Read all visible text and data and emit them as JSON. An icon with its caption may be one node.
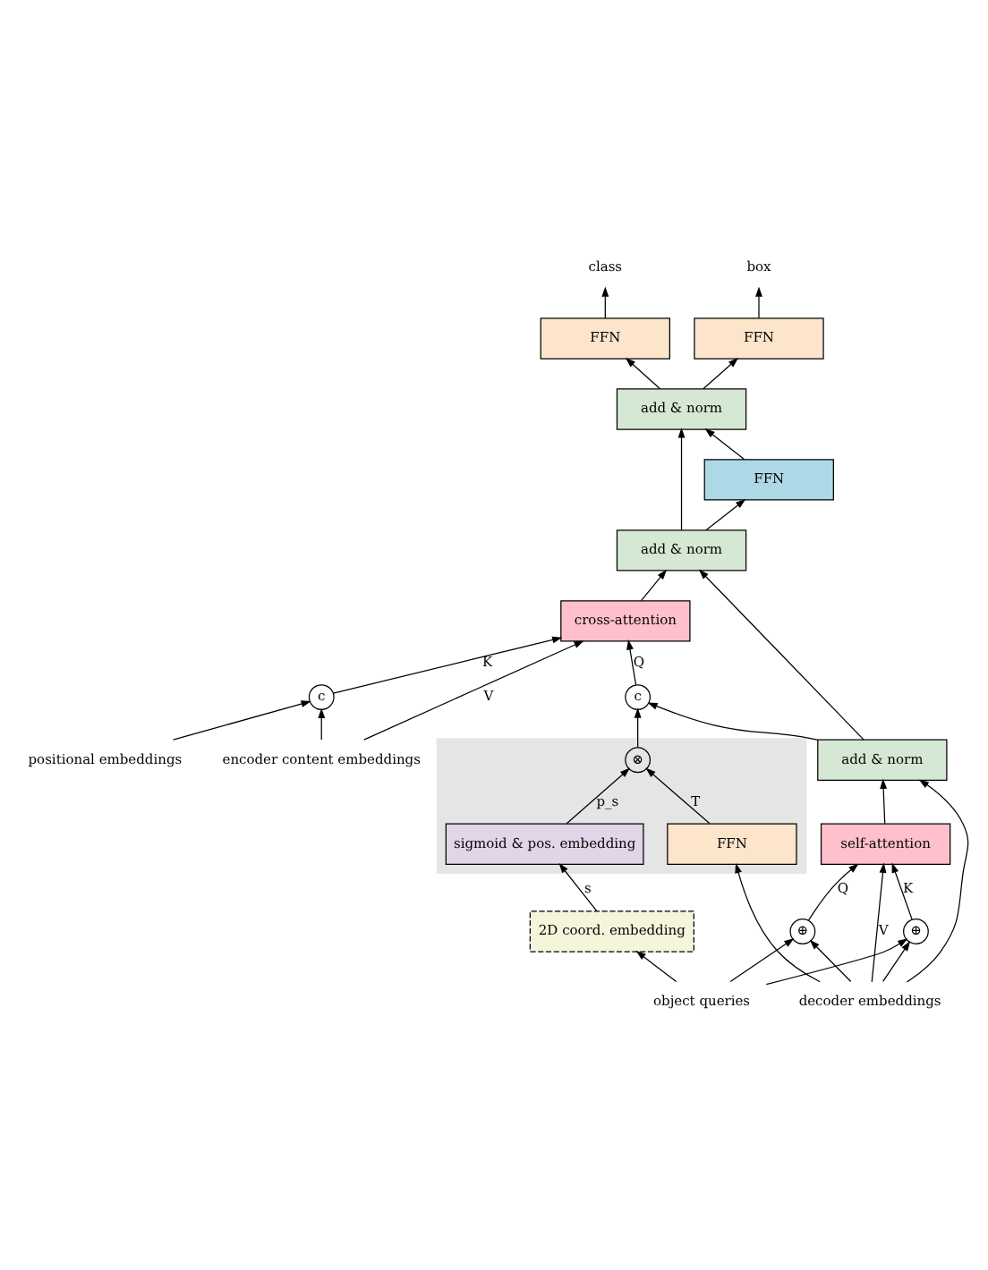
{
  "diagram": {
    "nodes": [
      {
        "text": [
          "class"
        ]
      },
      {
        "text": [
          "box"
        ]
      },
      {
        "text": [
          "FFN"
        ]
      },
      {
        "text": [
          "FFN"
        ]
      },
      {
        "text": [
          "add & norm"
        ]
      },
      {
        "text": [
          "FFN"
        ]
      },
      {
        "text": [
          "add & norm"
        ]
      },
      {
        "text": [
          "cross-attention"
        ]
      },
      {
        "text": [
          "c"
        ]
      },
      {
        "text": [
          "c"
        ]
      },
      {
        "text": [],
        "shape": "box"
      },
      {
        "text": [
          "⊗"
        ],
        "in": 10
      },
      {
        "text": [
          "sigmoid & pos. embedding"
        ],
        "in": 10
      },
      {
        "text": [
          "FFN"
        ],
        "in": 10
      },
      {
        "text": [
          "2D coord. embedding"
        ]
      },
      {
        "text": [
          "add & norm"
        ]
      },
      {
        "text": [
          "self-attention"
        ]
      },
      {
        "text": [
          "⊕"
        ]
      },
      {
        "text": [
          "⊕"
        ]
      },
      {
        "text": [
          "decoder embeddings"
        ]
      },
      {
        "text": [
          "object queries"
        ]
      },
      {
        "text": [
          "encoder content embeddings"
        ]
      },
      {
        "text": [
          "positional embeddings"
        ]
      }
    ],
    "edges": [
      {
        "from": 2,
        "to": 0,
        "arrow": "to"
      },
      {
        "from": 3,
        "to": 1,
        "arrow": "to"
      },
      {
        "from": 4,
        "to": 2,
        "arrow": "to"
      },
      {
        "from": 4,
        "to": 3,
        "arrow": "to"
      },
      {
        "from": 5,
        "to": 4,
        "arrow": "to"
      },
      {
        "from": 6,
        "to": 4,
        "arrow": "to"
      },
      {
        "from": 6,
        "to": 5,
        "arrow": "to"
      },
      {
        "from": 7,
        "to": 6,
        "arrow": "to"
      },
      {
        "from": 15,
        "to": 6,
        "arrow": "to"
      },
      {
        "from": 21,
        "to": 7,
        "arrow": "to",
        "label": "V"
      },
      {
        "from": 8,
        "to": 7,
        "arrow": "to",
        "label": "K"
      },
      {
        "from": 9,
        "to": 7,
        "arrow": "to",
        "label": "Q"
      },
      {
        "from": 21,
        "to": 8,
        "arrow": "to"
      },
      {
        "from": 22,
        "to": 8,
        "arrow": "to"
      },
      {
        "from": 15,
        "to": 9,
        "arrow": "to"
      },
      {
        "from": 11,
        "to": 9,
        "arrow": "to"
      },
      {
        "from": 12,
        "to": 11,
        "arrow": "to",
        "label": "p_s"
      },
      {
        "from": 13,
        "to": 11,
        "arrow": "to",
        "label": "T"
      },
      {
        "from": 14,
        "to": 12,
        "arrow": "to",
        "label": "s"
      },
      {
        "from": 20,
        "to": 14,
        "arrow": "to"
      },
      {
        "from": 19,
        "to": 13,
        "arrow": "to"
      },
      {
        "from": 16,
        "to": 15,
        "arrow": "to"
      },
      {
        "from": 19,
        "to": 15,
        "arrow": "to"
      },
      {
        "from": 19,
        "to": 16,
        "arrow": "to",
        "label": "V"
      },
      {
        "from": 17,
        "to": 16,
        "arrow": "to",
        "label": "K"
      },
      {
        "from": 18,
        "to": 16,
        "arrow": "to",
        "label": "Q"
      },
      {
        "from": 19,
        "to": 17,
        "arrow": "to"
      },
      {
        "from": 19,
        "to": 18,
        "arrow": "to"
      },
      {
        "from": 20,
        "to": 17,
        "arrow": "to"
      },
      {
        "from": 20,
        "to": 18,
        "arrow": "to"
      }
    ]
  }
}
